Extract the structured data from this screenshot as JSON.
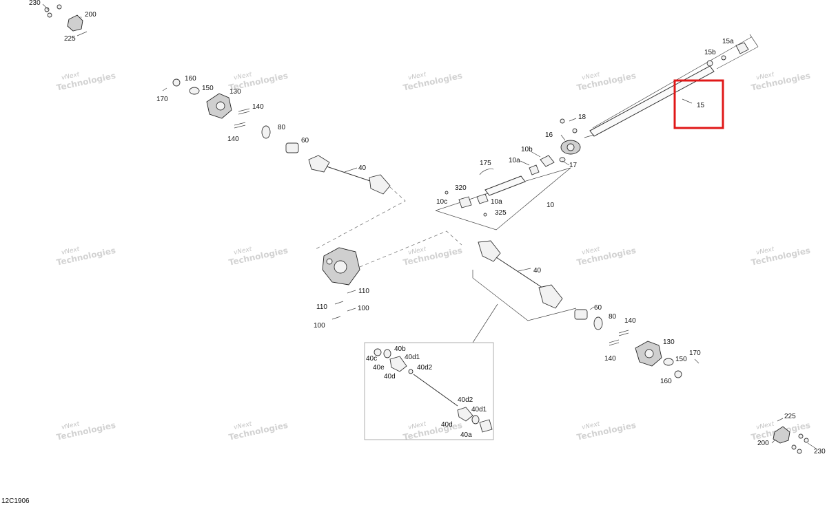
{
  "diagram": {
    "code": "12C1906",
    "watermark": {
      "line1": "vNext",
      "line2": "Technologies"
    },
    "highlight_part": "15",
    "labels": {
      "l230a": "230",
      "l200a": "200",
      "l225a": "225",
      "l160a": "160",
      "l150a": "150",
      "l170a": "170",
      "l130a": "130",
      "l140a": "140",
      "l140b": "140",
      "l80a": "80",
      "l60a": "60",
      "l40a": "40",
      "l15a": "15a",
      "l15b": "15b",
      "l15": "15",
      "l18": "18",
      "l16": "16",
      "l17": "17",
      "l10b": "10b",
      "l10a1": "10a",
      "l175": "175",
      "l320": "320",
      "l10c": "10c",
      "l10a2": "10a",
      "l10": "10",
      "l325": "325",
      "l110a": "110",
      "l110b": "110",
      "l100a": "100",
      "l100b": "100",
      "l40b": "40",
      "l60b": "60",
      "l80b": "80",
      "l140c": "140",
      "l140d": "140",
      "l130b": "130",
      "l150b": "150",
      "l170b": "170",
      "l160b": "160",
      "l225b": "225",
      "l200b": "200",
      "l230b": "230",
      "d40b": "40b",
      "d40c": "40c",
      "d40e": "40e",
      "d40d1a": "40d1",
      "d40d": "40d",
      "d40d2a": "40d2",
      "d40d2b": "40d2",
      "d40d1b": "40d1",
      "d40d_2": "40d",
      "d40a": "40a"
    }
  }
}
